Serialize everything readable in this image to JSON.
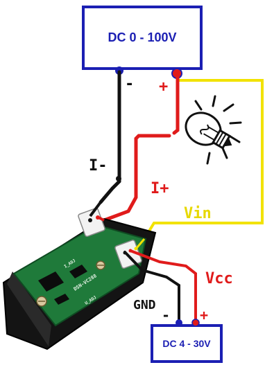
{
  "diagram": {
    "source_box": {
      "label": "DC 0 - 100V",
      "neg_sign": "-",
      "pos_sign": "+"
    },
    "supply_box": {
      "label": "DC 4 - 30V",
      "neg_sign": "-",
      "pos_sign": "+"
    },
    "labels": {
      "i_minus": "I-",
      "i_plus": "I+",
      "vin": "Vin",
      "vcc": "Vcc",
      "gnd": "GND"
    },
    "module_silkscreen": {
      "model": "DSN-VC288",
      "adj_label": "I_ADJ",
      "u_adj_label": "U_ADJ"
    },
    "colors": {
      "box_border": "#1b1fb3",
      "box_text": "#1b1fb3",
      "wire_black": "#111111",
      "wire_red": "#e01b1b",
      "wire_yellow": "#f2e200",
      "label_black": "#111111",
      "label_red": "#e01b1b",
      "label_yellow": "#e7d800",
      "pcb_green": "#1f7a3a",
      "meter_case": "#111111"
    },
    "icons": [
      "lamp-icon"
    ]
  }
}
